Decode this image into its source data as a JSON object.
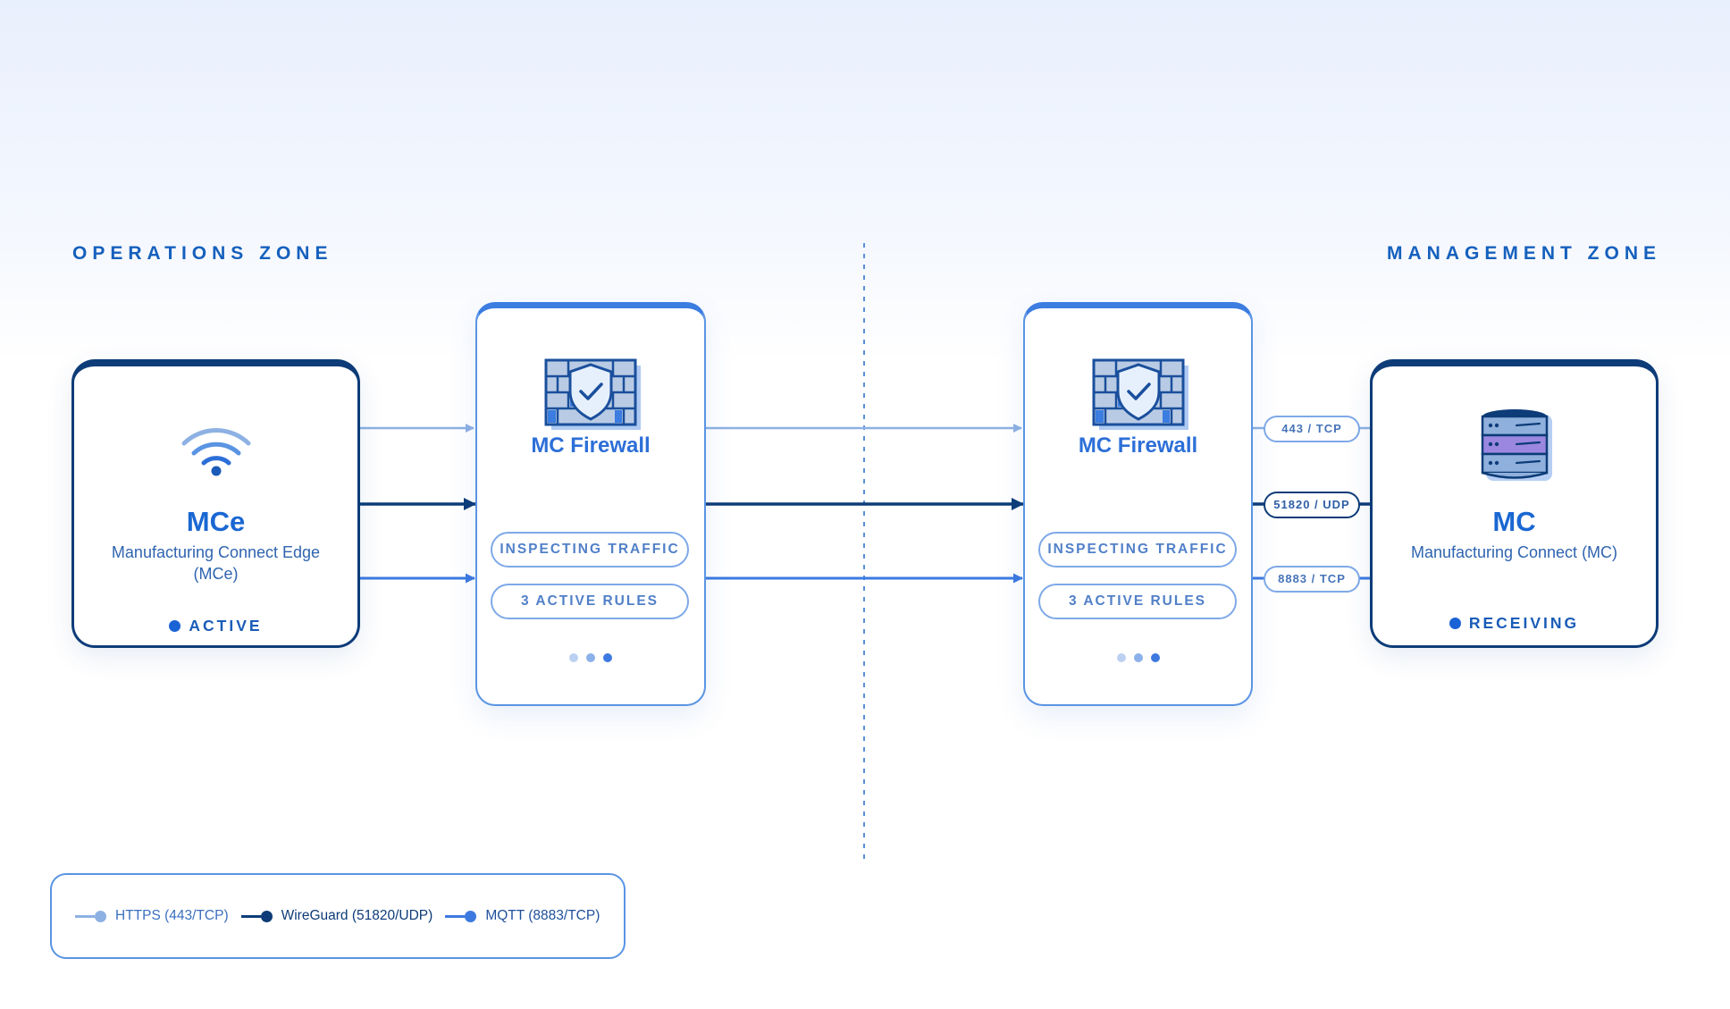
{
  "zones": {
    "left": "OPERATIONS ZONE",
    "right": "MANAGEMENT ZONE"
  },
  "mce": {
    "title": "MCe",
    "subtitle": "Manufacturing Connect Edge (MCe)",
    "status": "ACTIVE",
    "icon": "wifi-icon"
  },
  "firewalls": [
    {
      "title": "MC Firewall",
      "pill1": "INSPECTING TRAFFIC",
      "pill2": "3 ACTIVE RULES",
      "icon": "firewall-shield-icon"
    },
    {
      "title": "MC Firewall",
      "pill1": "INSPECTING TRAFFIC",
      "pill2": "3 ACTIVE RULES",
      "icon": "firewall-shield-icon"
    }
  ],
  "mc": {
    "title": "MC",
    "subtitle": "Manufacturing Connect (MC)",
    "status": "RECEIVING",
    "icon": "database-server-icon"
  },
  "ports": [
    "443 / TCP",
    "51820 / UDP",
    "8883 / TCP"
  ],
  "legend": [
    {
      "label": "HTTPS (443/TCP)",
      "color": "#8eb1e3",
      "text_color": "#3b6fc0"
    },
    {
      "label": "WireGuard (51820/UDP)",
      "color": "#0d3c78",
      "text_color": "#0d3c78"
    },
    {
      "label": "MQTT (8883/TCP)",
      "color": "#3d7ae0",
      "text_color": "#1f4f9a"
    }
  ],
  "colors": {
    "https": "#8eb1e3",
    "wireguard": "#0d3c78",
    "mqtt": "#3d7ae0",
    "accent": "#1a67d2"
  }
}
